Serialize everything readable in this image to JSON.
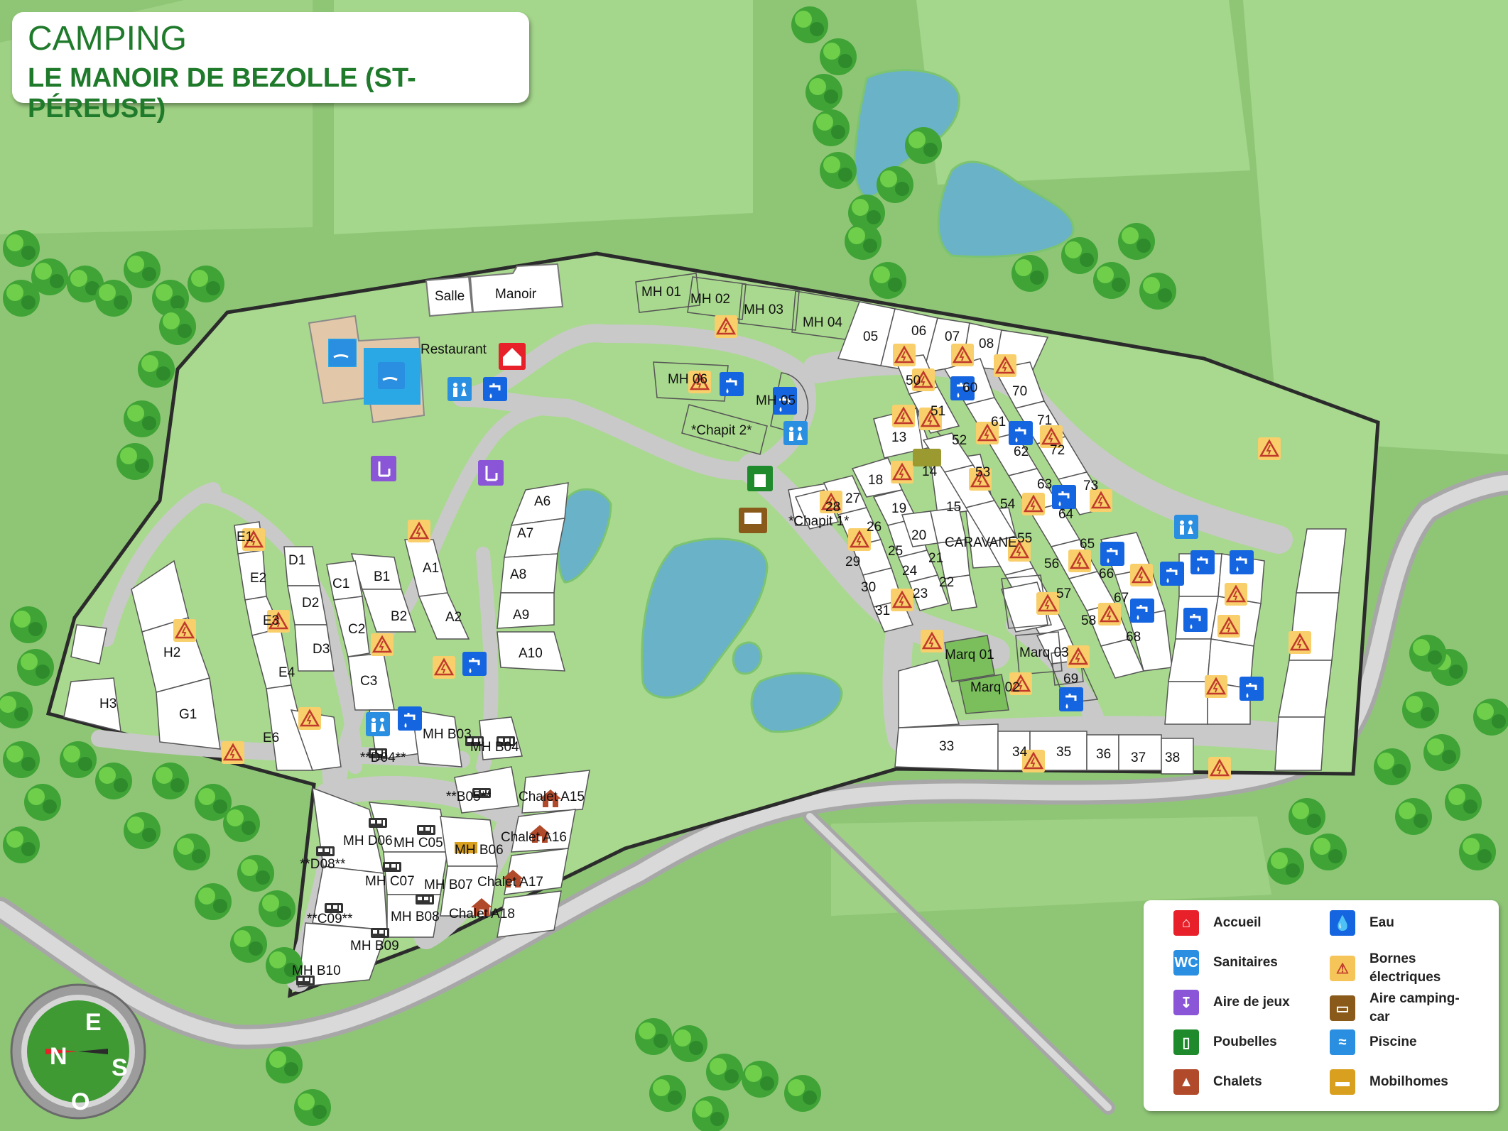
{
  "title": {
    "line1": "CAMPING",
    "line2": "LE MANOIR DE BEZOLLE (ST-PÉREUSE)"
  },
  "buildings": {
    "salle": "Salle",
    "manoir": "Manoir",
    "restaurant": "Restaurant"
  },
  "zones": {
    "east": [
      "05",
      "06",
      "07",
      "08"
    ],
    "mh_north": [
      "MH 01",
      "MH 02",
      "MH 03",
      "MH 04",
      "MH 05",
      "MH 06"
    ],
    "chapit": [
      "*Chapit 2*",
      "*Chapit 1*"
    ],
    "a_row": [
      "A1",
      "A2",
      "A6",
      "A7",
      "A8",
      "A9",
      "A10"
    ],
    "bcd_rows": [
      "B1",
      "B2",
      "C1",
      "C2",
      "C3",
      "D1",
      "D2",
      "D3"
    ],
    "e_row": [
      "E1",
      "E2",
      "E3",
      "E4",
      "E6"
    ],
    "west": [
      "H2",
      "H3",
      "G1"
    ],
    "centre_pitches": [
      "13",
      "14",
      "15",
      "18",
      "19",
      "20",
      "21",
      "22",
      "23",
      "24",
      "25",
      "26",
      "27",
      "28",
      "29",
      "30",
      "31"
    ],
    "caravane": "CARAVANE",
    "diag_pitches": [
      "50",
      "51",
      "52",
      "53",
      "54",
      "55",
      "56",
      "57",
      "58",
      "60",
      "61",
      "62",
      "63",
      "64",
      "65",
      "66",
      "67",
      "68",
      "69",
      "70",
      "71",
      "72",
      "73"
    ],
    "marquees": [
      "Marq 01",
      "Marq 02",
      "Marq 03"
    ],
    "south_row": [
      "33",
      "34",
      "35",
      "36",
      "37",
      "38"
    ],
    "south_area": [
      "**D04**",
      "MH B03",
      "MH B04",
      "**B05**",
      "MH D06",
      "MH C05",
      "MH B06",
      "**D08**",
      "MH C07",
      "MH B07",
      "**C09**",
      "MH B08",
      "MH B09",
      "MH B10"
    ],
    "chalets": [
      "Chalet A15",
      "Chalet A16",
      "Chalet A17",
      "Chalet A18"
    ]
  },
  "legend": {
    "items": [
      {
        "label": "Accueil",
        "icon": "house-icon",
        "color": "#e8202a"
      },
      {
        "label": "Eau",
        "icon": "water-tap-icon",
        "color": "#1565e0"
      },
      {
        "label": "Sanitaires",
        "icon": "wc-icon",
        "color": "#2a8fe0"
      },
      {
        "label": "Bornes électriques",
        "icon": "electric-warning-icon",
        "color": "#f6c55a"
      },
      {
        "label": "Aire de jeux",
        "icon": "playground-icon",
        "color": "#8a55d6"
      },
      {
        "label": "Aire camping-car",
        "icon": "camper-icon",
        "color": "#8a5a1a"
      },
      {
        "label": "Poubelles",
        "icon": "trash-icon",
        "color": "#1f8a2b"
      },
      {
        "label": "Piscine",
        "icon": "swimmer-icon",
        "color": "#2a8fe0"
      },
      {
        "label": "Chalets",
        "icon": "chalet-icon",
        "color": "#b14a2a"
      },
      {
        "label": "Mobilhomes",
        "icon": "mobilhome-icon",
        "color": "#d9a020"
      }
    ]
  },
  "compass": {
    "north": "N",
    "east": "E",
    "south": "S",
    "west": "O"
  }
}
